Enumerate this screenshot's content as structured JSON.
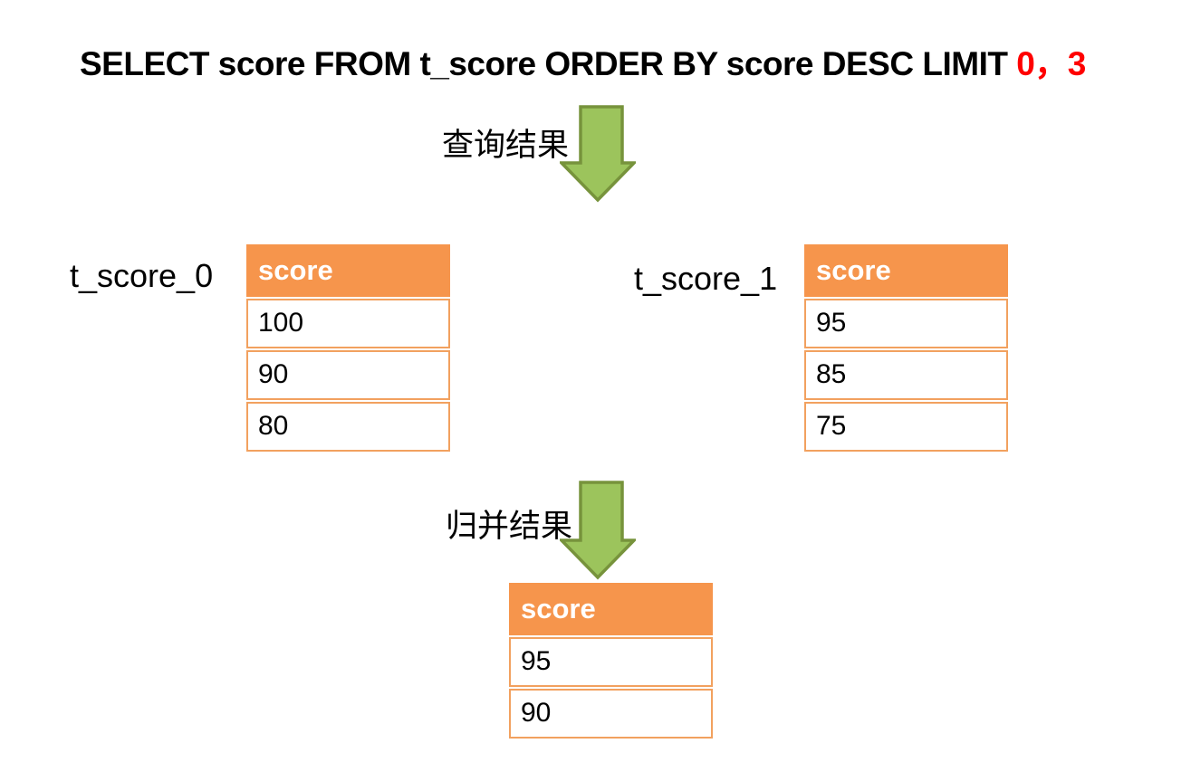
{
  "title": {
    "sql_black": "SELECT score FROM t_score ORDER BY score DESC LIMIT ",
    "sql_red": "0，3"
  },
  "flow": {
    "query_label": "查询结果",
    "merge_label": "归并结果"
  },
  "tables": {
    "left": {
      "name": "t_score_0",
      "header": "score",
      "rows": [
        "100",
        "90",
        "80"
      ]
    },
    "right": {
      "name": "t_score_1",
      "header": "score",
      "rows": [
        "95",
        "85",
        "75"
      ]
    },
    "merged": {
      "header": "score",
      "rows": [
        "95",
        "90"
      ]
    }
  },
  "colors": {
    "header_orange": "#F6954C",
    "border_orange": "#F2A15F",
    "arrow_fill": "#9CC45C",
    "arrow_stroke": "#77933C",
    "highlight_red": "#FF0000"
  }
}
